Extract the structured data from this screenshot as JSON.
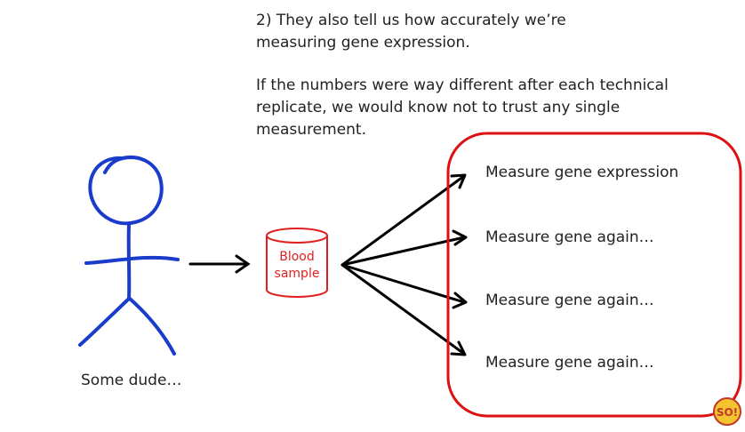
{
  "slide": {
    "paragraph_1": "2) They also tell us how accurately we’re\nmeasuring gene expression.",
    "paragraph_2": "If the numbers were way different after each technical\nreplicate, we would know not to trust any single\nmeasurement."
  },
  "diagram": {
    "person_caption": "Some dude…",
    "sample_label": "Blood\nsample",
    "steps": [
      "Measure gene expression",
      "Measure gene again…",
      "Measure gene again…",
      "Measure gene again…"
    ]
  },
  "logo": {
    "text": "SO!"
  },
  "colors": {
    "stick_figure": "#1a3ccc",
    "sample_tube": "#e02020",
    "box_border": "#dd1111",
    "arrows": "#000000",
    "text": "#222222"
  }
}
